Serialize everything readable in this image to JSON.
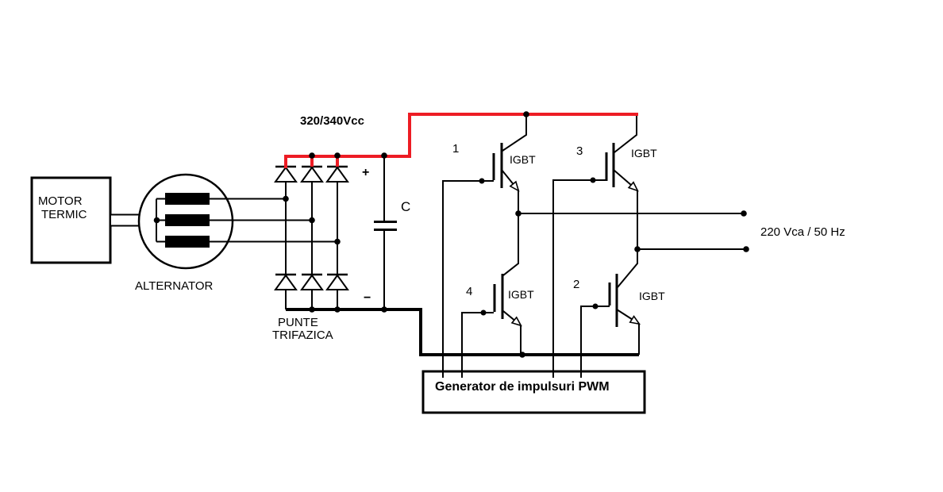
{
  "labels": {
    "dc_voltage": "320/340Vcc",
    "motor_line1": "MOTOR",
    "motor_line2": "TERMIC",
    "alternator": "ALTERNATOR",
    "rectifier_line1": "PUNTE",
    "rectifier_line2": "TRIFAZICA",
    "capacitor": "C",
    "plus": "+",
    "minus": "−",
    "igbt1_num": "1",
    "igbt2_num": "2",
    "igbt3_num": "3",
    "igbt4_num": "4",
    "igbt": "IGBT",
    "output": "220 Vca / 50 Hz",
    "pwm": "Generator de impulsuri PWM"
  },
  "colors": {
    "wire": "#000000",
    "dc_bus_red": "#ED1C24",
    "label_red": "#ED1C24",
    "background": "#FFFFFF"
  }
}
